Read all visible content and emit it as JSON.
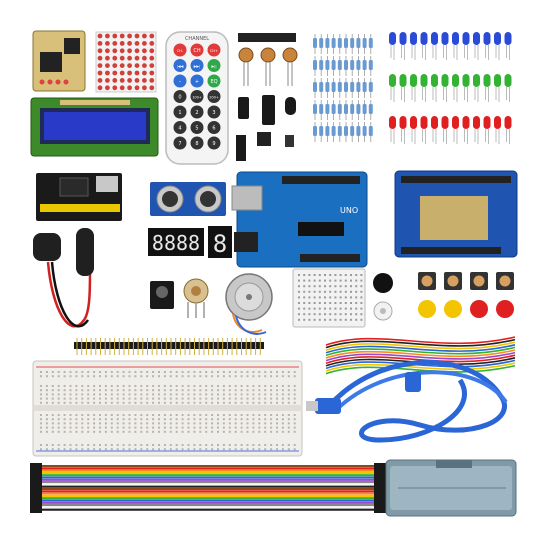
{
  "remote": {
    "brand": "CHANNEL",
    "keys": [
      {
        "label": "CH-",
        "color": "#e23a3a"
      },
      {
        "label": "CH",
        "color": "#e23a3a"
      },
      {
        "label": "CH+",
        "color": "#e23a3a"
      },
      {
        "label": "|◀◀",
        "color": "#2f6fd6"
      },
      {
        "label": "▶▶|",
        "color": "#2f6fd6"
      },
      {
        "label": "▶||",
        "color": "#2fa84a"
      },
      {
        "label": "–",
        "color": "#2f6fd6"
      },
      {
        "label": "+",
        "color": "#2f6fd6"
      },
      {
        "label": "EQ",
        "color": "#2fa84a"
      },
      {
        "label": "0",
        "color": "#333333"
      },
      {
        "label": "100+",
        "color": "#333333"
      },
      {
        "label": "200+",
        "color": "#333333"
      },
      {
        "label": "1",
        "color": "#333333"
      },
      {
        "label": "2",
        "color": "#333333"
      },
      {
        "label": "3",
        "color": "#333333"
      },
      {
        "label": "4",
        "color": "#333333"
      },
      {
        "label": "5",
        "color": "#333333"
      },
      {
        "label": "6",
        "color": "#333333"
      },
      {
        "label": "7",
        "color": "#333333"
      },
      {
        "label": "8",
        "color": "#333333"
      },
      {
        "label": "9",
        "color": "#333333"
      }
    ]
  },
  "uno": {
    "label": "UNO"
  },
  "seven_segment": {
    "quad": "8888",
    "single": "8"
  },
  "colors": {
    "pcb_blue": "#1f4fa8",
    "lcd_green": "#3c8a2a",
    "led_blue": "#2a4bd8",
    "led_green": "#33b233",
    "led_red": "#e02020",
    "cable_blue": "#2a66d6",
    "cap_yellow": "#f2c500",
    "cap_red": "#e02020",
    "case_gray": "#8aa7b4"
  }
}
